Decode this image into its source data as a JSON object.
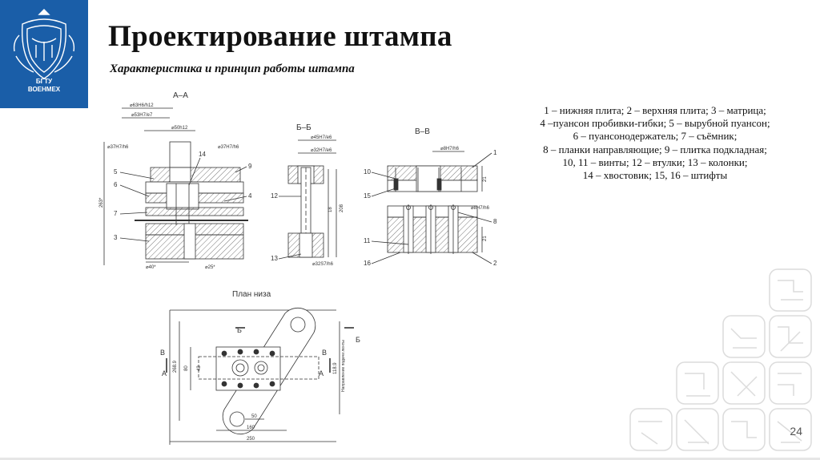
{
  "slide": {
    "title": "Проектирование штампа",
    "subtitle": "Характеристика и принцип работы штампа",
    "page_number": "24"
  },
  "logo": {
    "line1": "БГТУ",
    "line2": "ВОЕНМЕХ"
  },
  "legend": [
    "1 – нижняя плита; 2 – верхняя плита; 3 – матрица;",
    "4 –пуансон пробивки-гибки; 5 – вырубной пуансон;",
    "6 – пуансонодержатель; 7 – съёмник;",
    "8 – планки направляющие; 9 – плитка подкладная;",
    "10, 11 – винты; 12 – втулки; 13 – колонки;",
    "14 – хвостовик; 15, 16 – штифты"
  ],
  "drawing": {
    "view_aa": "А–А",
    "view_bb": "Б–Б",
    "view_vv": "В–В",
    "plan": "План низа",
    "section_b": "Б",
    "section_v": "В",
    "section_a": "А",
    "feed_direction": "Направление подачи ленты",
    "callouts_left": [
      "5",
      "6",
      "7",
      "3"
    ],
    "callouts_aa_right": [
      "14",
      "9",
      "4"
    ],
    "callouts_bb": [
      "12",
      "13"
    ],
    "callouts_vv_left": [
      "10",
      "15",
      "11",
      "16"
    ],
    "callouts_vv_right": [
      "1",
      "8",
      "2"
    ],
    "dims": {
      "d_top1": "⌀63H6/h12",
      "d_top2": "⌀53H7/e7",
      "d_shank": "⌀50h12",
      "d_left": "⌀37H7/h6",
      "d_right": "⌀37H7/h6",
      "d_bottom1": "⌀40*",
      "d_bottom2": "⌀25*",
      "h_total": "263*",
      "bb_d1": "⌀45H7/e6",
      "bb_d2": "⌀32H7/e6",
      "bb_d3": "⌀32S7/h6",
      "bb_h1": "18",
      "bb_h2": "208",
      "vv_d1": "⌀8H7/h6",
      "vv_d2": "⌀8H7/h6",
      "vv_h1": "21",
      "vv_h2": "21",
      "plan_w": "250",
      "plan_w2": "160",
      "plan_w3": "50",
      "plan_h": "268.9",
      "plan_h2": "118.9",
      "plan_h3": "80",
      "plan_h4": "43"
    }
  }
}
